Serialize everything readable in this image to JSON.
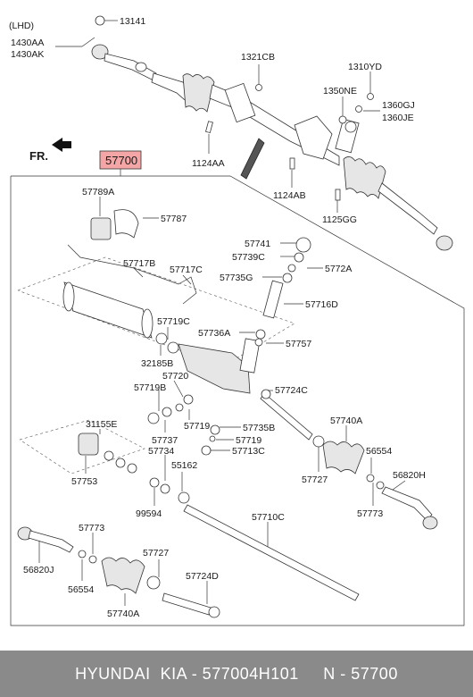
{
  "header": {
    "orientation": "(LHD)",
    "front_marker": "FR."
  },
  "main_part": {
    "number": "57700",
    "highlight_color": "#f4a6a6"
  },
  "labels": {
    "p13141": "13141",
    "p1430aa": "1430AA",
    "p1430ak": "1430AK",
    "p1321cb": "1321CB",
    "p1310yd": "1310YD",
    "p1350ne": "1350NE",
    "p1360gj": "1360GJ",
    "p1360je": "1360JE",
    "p1124aa": "1124AA",
    "p1124ab": "1124AB",
    "p1125gg": "1125GG",
    "p57789a": "57789A",
    "p57787": "57787",
    "p57741": "57741",
    "p57739c": "57739C",
    "p5772a": "5772A",
    "p57717b": "57717B",
    "p57717c": "57717C",
    "p57735g": "57735G",
    "p57716d": "57716D",
    "p57719c": "57719C",
    "p57736a": "57736A",
    "p57757": "57757",
    "p32185b": "32185B",
    "p57720": "57720",
    "p57719b": "57719B",
    "p57724c": "57724C",
    "p57719a": "57719",
    "p57735b": "57735B",
    "p57737": "57737",
    "p57719b2": "57719",
    "p57713c": "57713C",
    "p31155e": "31155E",
    "p57734": "57734",
    "p57740a1": "57740A",
    "p56554a": "56554",
    "p56820h": "56820H",
    "p57753": "57753",
    "p55162": "55162",
    "p57727a": "57727",
    "p99594": "99594",
    "p57773a": "57773",
    "p57710c": "57710C",
    "p57773b": "57773",
    "p57727b": "57727",
    "p56820j": "56820J",
    "p56554b": "56554",
    "p57724d": "57724D",
    "p57740a2": "57740A"
  },
  "footer": {
    "text": "HYUNDAI  KIA - 577004H101     N - 57700",
    "background": "#8a8a8a"
  }
}
